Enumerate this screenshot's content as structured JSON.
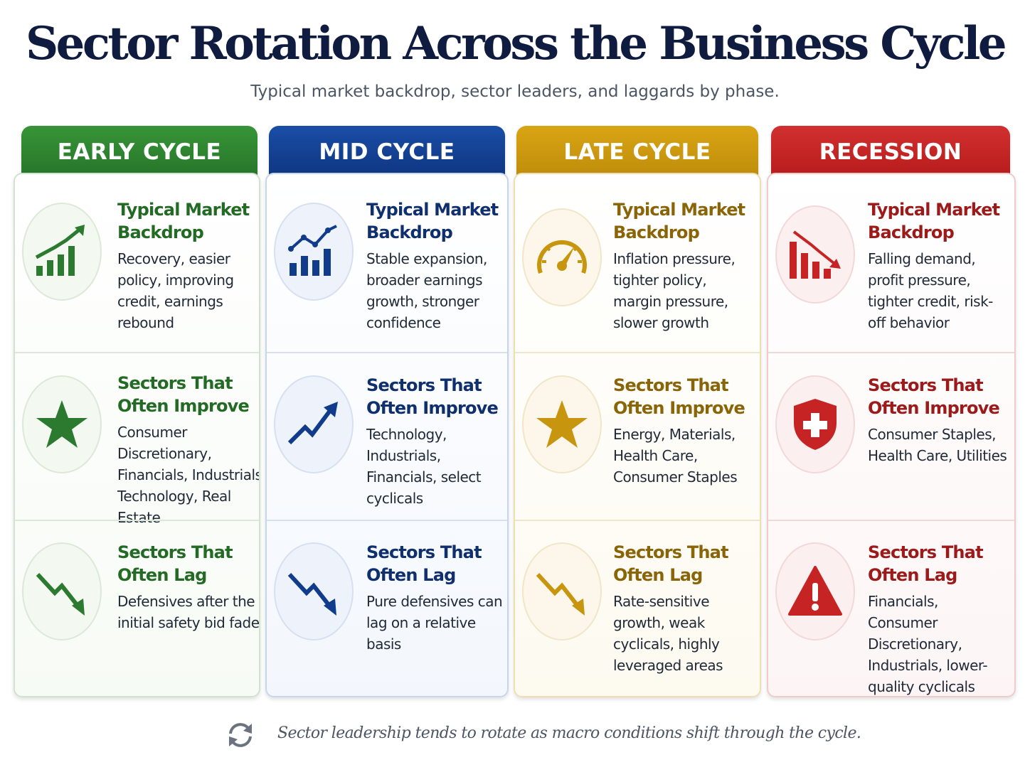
{
  "title": "Sector Rotation Across the Business Cycle",
  "subtitle": "Typical market backdrop, sector leaders, and laggards by phase.",
  "colors": {
    "early": "#2c7a2f",
    "mid": "#113c8c",
    "late": "#c7950e",
    "recession": "#c62424"
  },
  "phases": [
    {
      "name": "EARLY CYCLE",
      "color_key": "early",
      "sections": [
        {
          "icon": "rising-bar-chart-icon",
          "heading": "Typical Market Backdrop",
          "text": "Recovery, easier policy, improving credit, earnings rebound"
        },
        {
          "icon": "star-icon",
          "heading": "Sectors That Often Improve",
          "text": "Consumer Discretionary, Financials, Industrials, Technology, Real Estate"
        },
        {
          "icon": "down-trend-arrow-icon",
          "heading": "Sectors That Often Lag",
          "text": "Defensives after the initial safety bid fades"
        }
      ]
    },
    {
      "name": "MID CYCLE",
      "color_key": "mid",
      "sections": [
        {
          "icon": "bar-line-chart-icon",
          "heading": "Typical Market Backdrop",
          "text": "Stable expansion, broader earnings growth, stronger confidence"
        },
        {
          "icon": "up-trend-arrow-icon",
          "heading": "Sectors That Often Improve",
          "text": "Technology, Industrials, Financials, select cyclicals"
        },
        {
          "icon": "down-trend-arrow-icon",
          "heading": "Sectors That Often Lag",
          "text": "Pure defensives can lag on a relative basis"
        }
      ]
    },
    {
      "name": "LATE CYCLE",
      "color_key": "late",
      "sections": [
        {
          "icon": "gauge-icon",
          "heading": "Typical Market Backdrop",
          "text": "Inflation pressure, tighter policy, margin pressure, slower growth"
        },
        {
          "icon": "star-icon",
          "heading": "Sectors That Often Improve",
          "text": "Energy, Materials, Health Care, Consumer Staples"
        },
        {
          "icon": "down-trend-arrow-icon",
          "heading": "Sectors That Often Lag",
          "text": "Rate-sensitive growth, weak cyclicals, highly leveraged areas"
        }
      ]
    },
    {
      "name": "RECESSION",
      "color_key": "recession",
      "sections": [
        {
          "icon": "falling-bar-chart-icon",
          "heading": "Typical Market Backdrop",
          "text": "Falling demand, profit pressure, tighter credit, risk-off behavior"
        },
        {
          "icon": "shield-cross-icon",
          "heading": "Sectors That Often Improve",
          "text": "Consumer Staples, Health Care, Utilities"
        },
        {
          "icon": "warning-icon",
          "heading": "Sectors That Often Lag",
          "text": "Financials, Consumer Discretionary, Industrials, lower-quality cyclicals"
        }
      ]
    }
  ],
  "footer": {
    "icon": "rotate-arrows-icon",
    "text": "Sector leadership tends to rotate as macro conditions shift through the cycle."
  }
}
